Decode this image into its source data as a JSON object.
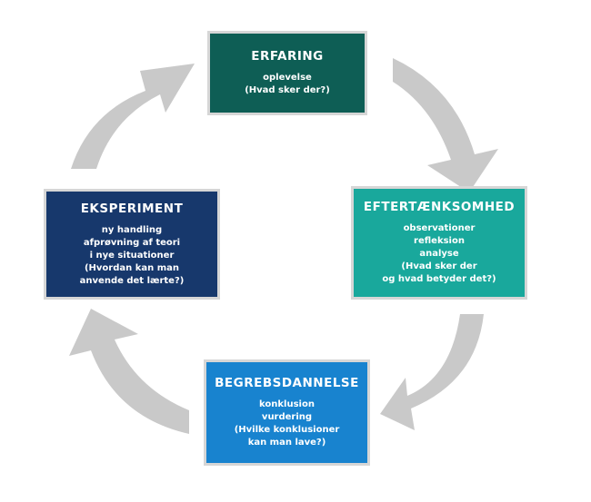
{
  "colors": {
    "arrow": "#c9c9c9",
    "erfaring": "#0e5e55",
    "eftertaenksomhed": "#19a89c",
    "begrebsdannelse": "#1883cf",
    "eksperiment": "#17386c"
  },
  "stages": {
    "erfaring": {
      "title": "ERFARING",
      "lines": [
        "oplevelse",
        "(Hvad sker der?)"
      ]
    },
    "eftertaenksomhed": {
      "title": "EFTERTÆNKSOMHED",
      "lines": [
        "observationer",
        "refleksion",
        "analyse",
        "(Hvad sker der",
        "og hvad betyder det?)"
      ]
    },
    "begrebsdannelse": {
      "title": "BEGREBSDANNELSE",
      "lines": [
        "konklusion",
        "vurdering",
        "(Hvilke konklusioner",
        "kan man lave?)"
      ]
    },
    "eksperiment": {
      "title": "EKSPERIMENT",
      "lines": [
        "ny handling",
        "afprøvning af teori",
        "i nye situationer",
        "(Hvordan kan man",
        "anvende det lærte?)"
      ]
    }
  }
}
